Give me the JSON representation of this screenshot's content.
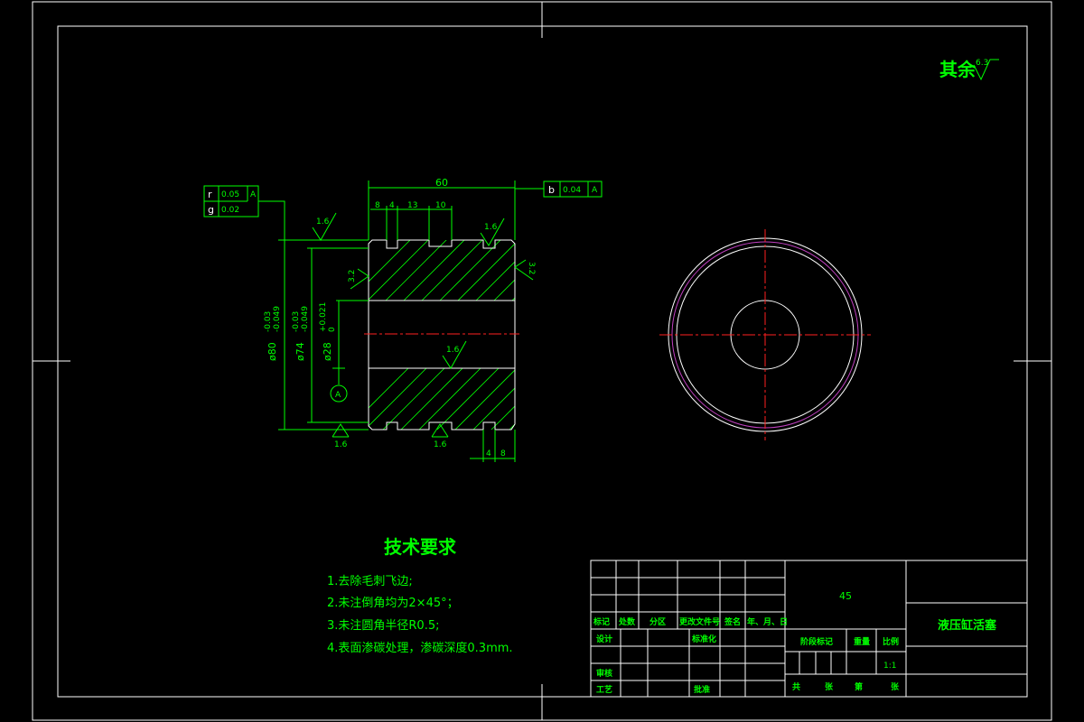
{
  "colors": {
    "background": "#000000",
    "frame": "#ffffff",
    "geometry": "#00ff00",
    "centerline": "#ff2020",
    "chamfer": "#c040c0"
  },
  "roughness_default": {
    "label": "其余",
    "value": "6.3"
  },
  "tolerance_frames": {
    "runout_r": {
      "tag": "r",
      "value": "0.05",
      "datum": "A"
    },
    "cyl_g": {
      "tag": "g",
      "value": "0.02"
    },
    "perp_b": {
      "tag": "b",
      "value": "0.04",
      "datum": "A"
    }
  },
  "dimensions": {
    "total_length": "60",
    "groove_top": [
      "8",
      "4",
      "13",
      "10"
    ],
    "groove_bottom": [
      "4",
      "8"
    ],
    "dia80": "ø80",
    "dia80_tol_up": "-0.03",
    "dia80_tol_lo": "-0.049",
    "dia74": "ø74",
    "dia74_tol_up": "-0.03",
    "dia74_tol_lo": "-0.049",
    "dia28": "ø28",
    "dia28_tol_up": "+0.021",
    "dia28_tol_lo": "0",
    "datum_label": "A"
  },
  "roughness_marks": {
    "top_left": "1.6",
    "top_right": "1.6",
    "left_face": "3.2",
    "right_face": "3.2",
    "bore": "1.6",
    "bottom_left": "1.6",
    "bottom_mid": "1.6"
  },
  "tech_requirements": {
    "title": "技术要求",
    "items": [
      "1.去除毛刺飞边;",
      "2.未注倒角均为2×45°；",
      "3.未注圆角半径R0.5;",
      "4.表面渗碳处理，渗碳深度0.3mm."
    ]
  },
  "title_block": {
    "material": "45",
    "part_name": "液压缸活塞",
    "scale": "1:1",
    "row_labels": [
      "标记",
      "处数",
      "分区",
      "更改文件号",
      "签名",
      "年、月、日"
    ],
    "design": "设计",
    "standardize": "标准化",
    "check": "审核",
    "process": "工艺",
    "approve": "批准",
    "stage_mark": "阶段标记",
    "weight": "重量",
    "ratio": "比例",
    "total": "共",
    "sheets": "张",
    "page": "第",
    "sheets2": "张"
  }
}
